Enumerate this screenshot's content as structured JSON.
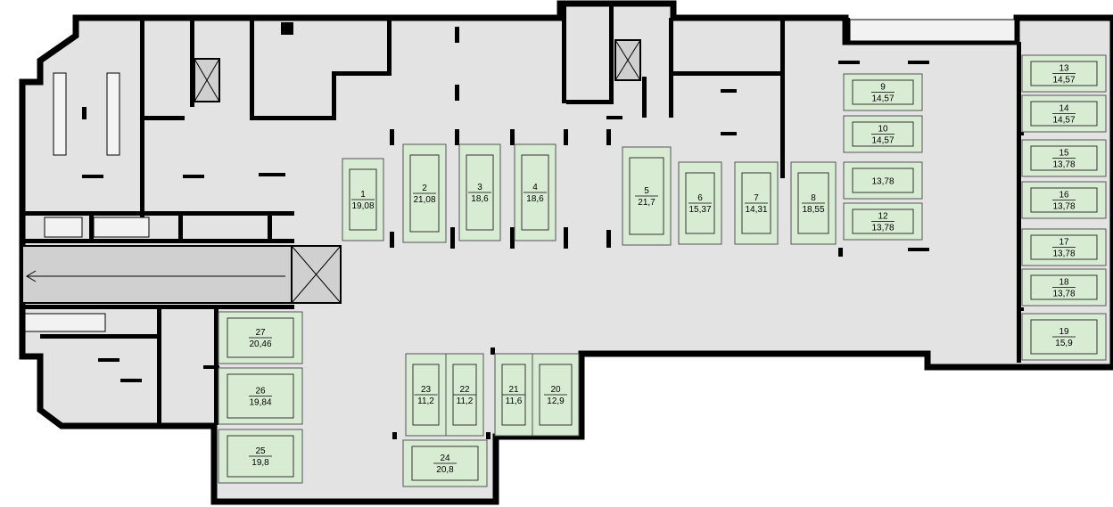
{
  "plan": {
    "spaces": [
      {
        "id": "1",
        "area": "19,08"
      },
      {
        "id": "2",
        "area": "21,08"
      },
      {
        "id": "3",
        "area": "18,6"
      },
      {
        "id": "4",
        "area": "18,6"
      },
      {
        "id": "5",
        "area": "21,7"
      },
      {
        "id": "6",
        "area": "15,37"
      },
      {
        "id": "7",
        "area": "14,31"
      },
      {
        "id": "8",
        "area": "18,55"
      },
      {
        "id": "9",
        "area": "14,57"
      },
      {
        "id": "10",
        "area": "14,57"
      },
      {
        "id": "",
        "area": "13,78"
      },
      {
        "id": "12",
        "area": "13,78"
      },
      {
        "id": "13",
        "area": "14,57"
      },
      {
        "id": "14",
        "area": "14,57"
      },
      {
        "id": "15",
        "area": "13,78"
      },
      {
        "id": "16",
        "area": "13,78"
      },
      {
        "id": "17",
        "area": "13,78"
      },
      {
        "id": "18",
        "area": "13,78"
      },
      {
        "id": "19",
        "area": "15,9"
      },
      {
        "id": "20",
        "area": "12,9"
      },
      {
        "id": "21",
        "area": "11,6"
      },
      {
        "id": "22",
        "area": "11,2"
      },
      {
        "id": "23",
        "area": "11,2"
      },
      {
        "id": "24",
        "area": "20,8"
      },
      {
        "id": "25",
        "area": "19,8"
      },
      {
        "id": "26",
        "area": "19,84"
      },
      {
        "id": "27",
        "area": "20,46"
      }
    ]
  }
}
